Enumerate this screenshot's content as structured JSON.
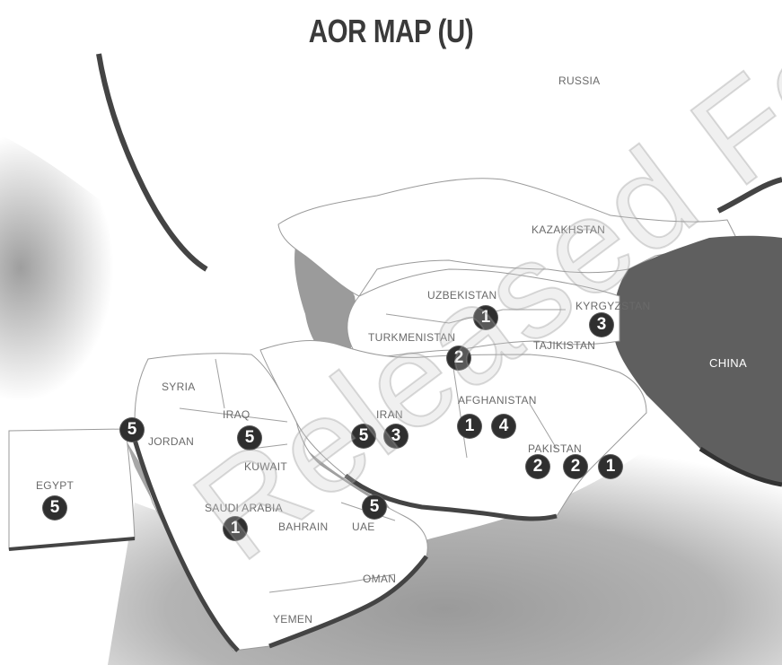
{
  "title": "AOR MAP (U)",
  "colors": {
    "land": "#ffffff",
    "water": "#a9a9a9",
    "china": "#5f5f5f",
    "marker": "#2f2f2f",
    "label": "#6a6a6a"
  },
  "countries": [
    {
      "id": "russia",
      "label": "RUSSIA"
    },
    {
      "id": "kazakhstan",
      "label": "KAZAKHSTAN"
    },
    {
      "id": "uzbekistan",
      "label": "UZBEKISTAN"
    },
    {
      "id": "kyrgyzstan",
      "label": "KYRGYZSTAN"
    },
    {
      "id": "turkmenistan",
      "label": "TURKMENISTAN"
    },
    {
      "id": "tajikistan",
      "label": "TAJIKISTAN"
    },
    {
      "id": "china",
      "label": "CHINA"
    },
    {
      "id": "afghanistan",
      "label": "AFGHANISTAN"
    },
    {
      "id": "syria",
      "label": "SYRIA"
    },
    {
      "id": "iraq",
      "label": "IRAQ"
    },
    {
      "id": "iran",
      "label": "IRAN"
    },
    {
      "id": "jordan",
      "label": "JORDAN"
    },
    {
      "id": "pakistan",
      "label": "PAKISTAN"
    },
    {
      "id": "kuwait",
      "label": "KUWAIT"
    },
    {
      "id": "egypt",
      "label": "EGYPT"
    },
    {
      "id": "saudi-arabia",
      "label": "SAUDI ARABIA"
    },
    {
      "id": "bahrain",
      "label": "BAHRAIN"
    },
    {
      "id": "uae",
      "label": "UAE"
    },
    {
      "id": "oman",
      "label": "OMAN"
    },
    {
      "id": "yemen",
      "label": "YEMEN"
    }
  ],
  "markers": [
    {
      "id": "uzbekistan-1",
      "value": "1"
    },
    {
      "id": "kyrgyzstan-3",
      "value": "3"
    },
    {
      "id": "turkmenistan-2",
      "value": "2"
    },
    {
      "id": "afghanistan-1",
      "value": "1"
    },
    {
      "id": "afghanistan-4",
      "value": "4"
    },
    {
      "id": "levant-5",
      "value": "5"
    },
    {
      "id": "iraq-5",
      "value": "5"
    },
    {
      "id": "iran-5",
      "value": "5"
    },
    {
      "id": "iran-3",
      "value": "3"
    },
    {
      "id": "pakistan-2a",
      "value": "2"
    },
    {
      "id": "pakistan-2b",
      "value": "2"
    },
    {
      "id": "pakistan-1",
      "value": "1"
    },
    {
      "id": "egypt-5",
      "value": "5"
    },
    {
      "id": "uae-5",
      "value": "5"
    },
    {
      "id": "saudi-arabia-1",
      "value": "1"
    }
  ],
  "watermark": "Released For Release"
}
